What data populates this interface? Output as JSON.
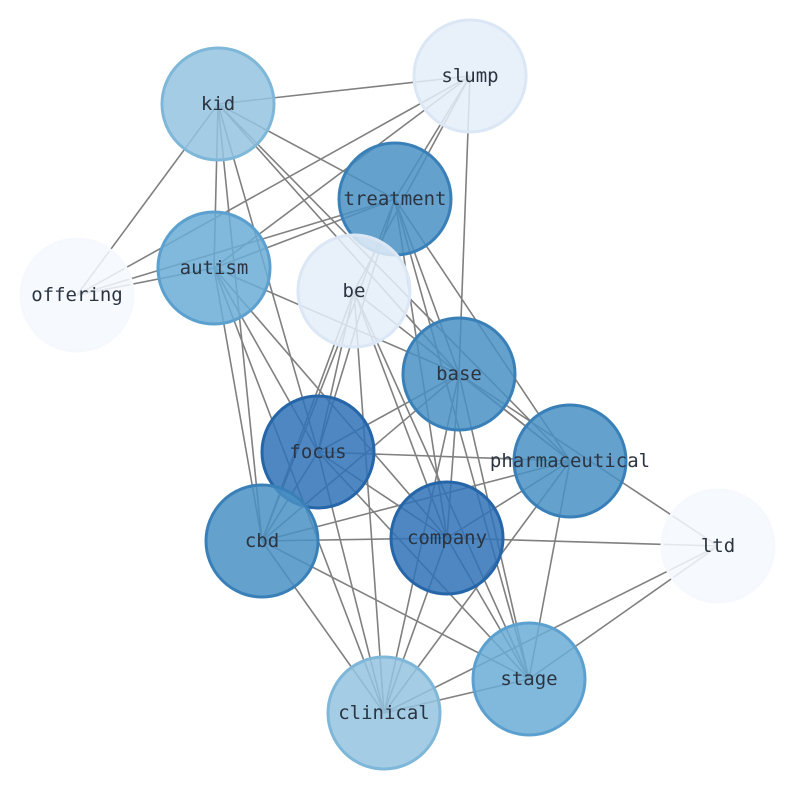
{
  "graph": {
    "nodes": [
      {
        "id": "slump",
        "label": "slump",
        "fill": "#e4eef9",
        "stroke": "#dbe7f5"
      },
      {
        "id": "kid",
        "label": "kid",
        "fill": "#94c4e0",
        "stroke": "#7fb7d9"
      },
      {
        "id": "treatment",
        "label": "treatment",
        "fill": "#4a90c4",
        "stroke": "#3a80b8"
      },
      {
        "id": "autism",
        "label": "autism",
        "fill": "#6badd6",
        "stroke": "#5ca0cf"
      },
      {
        "id": "offering",
        "label": "offering",
        "fill": "#f5f9fe",
        "stroke": "#f5f9fe"
      },
      {
        "id": "be",
        "label": "be",
        "fill": "#e4eef9",
        "stroke": "#dbe7f5"
      },
      {
        "id": "base",
        "label": "base",
        "fill": "#4a90c4",
        "stroke": "#3a80b8"
      },
      {
        "id": "focus",
        "label": "focus",
        "fill": "#2f72b6",
        "stroke": "#2565a8"
      },
      {
        "id": "pharmaceutical",
        "label": "pharmaceutical",
        "fill": "#4a90c4",
        "stroke": "#3a80b8"
      },
      {
        "id": "cbd",
        "label": "cbd",
        "fill": "#4a90c4",
        "stroke": "#3a80b8"
      },
      {
        "id": "company",
        "label": "company",
        "fill": "#2f72b6",
        "stroke": "#2565a8"
      },
      {
        "id": "ltd",
        "label": "ltd",
        "fill": "#f5f9fe",
        "stroke": "#f5f9fe"
      },
      {
        "id": "stage",
        "label": "stage",
        "fill": "#6badd6",
        "stroke": "#5ca0cf"
      },
      {
        "id": "clinical",
        "label": "clinical",
        "fill": "#94c4e0",
        "stroke": "#7fb7d9"
      }
    ],
    "edges": [
      [
        "kid",
        "slump"
      ],
      [
        "kid",
        "treatment"
      ],
      [
        "kid",
        "autism"
      ],
      [
        "kid",
        "offering"
      ],
      [
        "kid",
        "base"
      ],
      [
        "kid",
        "focus"
      ],
      [
        "kid",
        "cbd"
      ],
      [
        "kid",
        "pharmaceutical"
      ],
      [
        "slump",
        "treatment"
      ],
      [
        "slump",
        "autism"
      ],
      [
        "slump",
        "offering"
      ],
      [
        "slump",
        "base"
      ],
      [
        "slump",
        "be"
      ],
      [
        "treatment",
        "autism"
      ],
      [
        "treatment",
        "offering"
      ],
      [
        "treatment",
        "base"
      ],
      [
        "treatment",
        "focus"
      ],
      [
        "treatment",
        "cbd"
      ],
      [
        "treatment",
        "company"
      ],
      [
        "treatment",
        "pharmaceutical"
      ],
      [
        "treatment",
        "stage"
      ],
      [
        "autism",
        "offering"
      ],
      [
        "autism",
        "base"
      ],
      [
        "autism",
        "focus"
      ],
      [
        "autism",
        "company"
      ],
      [
        "autism",
        "cbd"
      ],
      [
        "autism",
        "clinical"
      ],
      [
        "be",
        "focus"
      ],
      [
        "be",
        "cbd"
      ],
      [
        "be",
        "company"
      ],
      [
        "be",
        "pharmaceutical"
      ],
      [
        "be",
        "stage"
      ],
      [
        "be",
        "clinical"
      ],
      [
        "base",
        "focus"
      ],
      [
        "base",
        "cbd"
      ],
      [
        "base",
        "company"
      ],
      [
        "base",
        "pharmaceutical"
      ],
      [
        "base",
        "stage"
      ],
      [
        "base",
        "ltd"
      ],
      [
        "base",
        "clinical"
      ],
      [
        "focus",
        "pharmaceutical"
      ],
      [
        "focus",
        "company"
      ],
      [
        "focus",
        "cbd"
      ],
      [
        "focus",
        "stage"
      ],
      [
        "focus",
        "clinical"
      ],
      [
        "pharmaceutical",
        "company"
      ],
      [
        "pharmaceutical",
        "cbd"
      ],
      [
        "pharmaceutical",
        "stage"
      ],
      [
        "pharmaceutical",
        "clinical"
      ],
      [
        "cbd",
        "company"
      ],
      [
        "cbd",
        "stage"
      ],
      [
        "cbd",
        "clinical"
      ],
      [
        "company",
        "ltd"
      ],
      [
        "company",
        "stage"
      ],
      [
        "company",
        "clinical"
      ],
      [
        "ltd",
        "stage"
      ],
      [
        "ltd",
        "clinical"
      ],
      [
        "stage",
        "clinical"
      ]
    ]
  }
}
